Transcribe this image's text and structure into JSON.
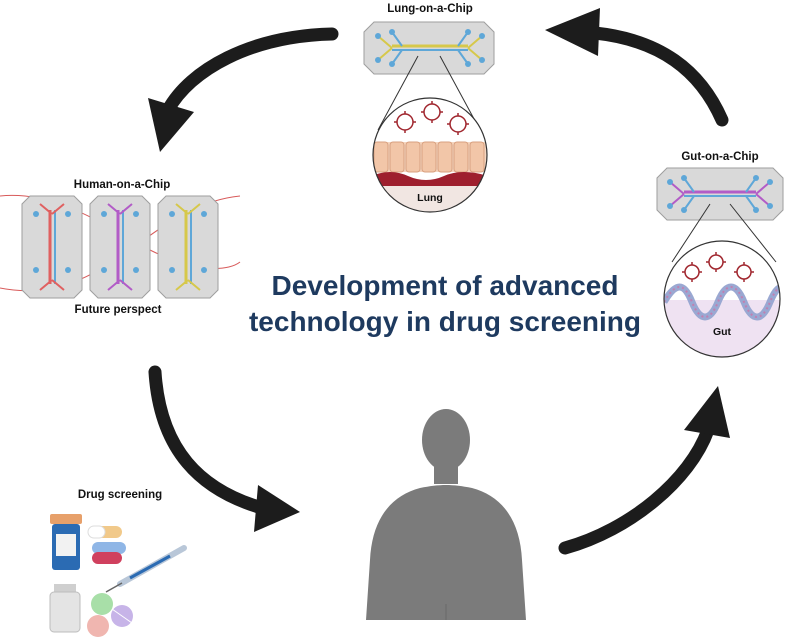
{
  "title": {
    "line1": "Development of advanced",
    "line2": "technology in drug screening"
  },
  "labels": {
    "lung_chip": "Lung-on-a-Chip",
    "lung": "Lung",
    "gut_chip": "Gut-on-a-Chip",
    "gut": "Gut",
    "human_chip": "Human-on-a-Chip",
    "future": "Future perspect",
    "drug_screening": "Drug screening"
  },
  "colors": {
    "arrow": "#1c1c1c",
    "title": "#1e3a5f",
    "chip_plate": "#d9d9d9",
    "channel_yellow": "#d6c84a",
    "channel_purple": "#b25cc7",
    "channel_red": "#e06060",
    "channel_blue": "#5ea7d8",
    "body": "#7b7b7b"
  },
  "icons": [
    "virus-icon",
    "pill-bottle-icon",
    "capsule-icon",
    "syringe-icon",
    "tablet-icon",
    "human-body-icon"
  ]
}
